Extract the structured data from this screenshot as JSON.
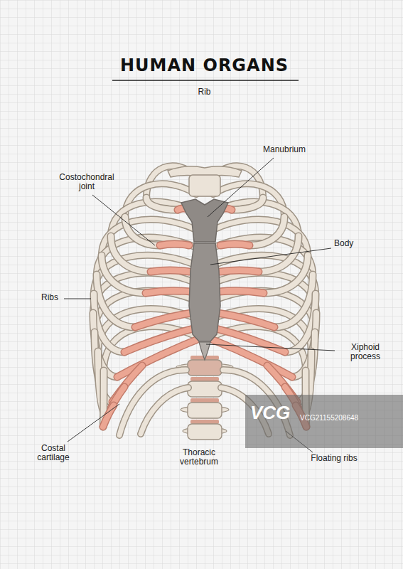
{
  "diagram": {
    "title": "HUMAN ORGANS",
    "labels": [
      "Rib",
      "Manubrium",
      "Costochondral joint",
      "Body",
      "Ribs",
      "Xiphoid process",
      "Costal cartilage",
      "Thoracic vertebrum",
      "Floating ribs",
      "VCG",
      "VCG21155208648"
    ]
  }
}
